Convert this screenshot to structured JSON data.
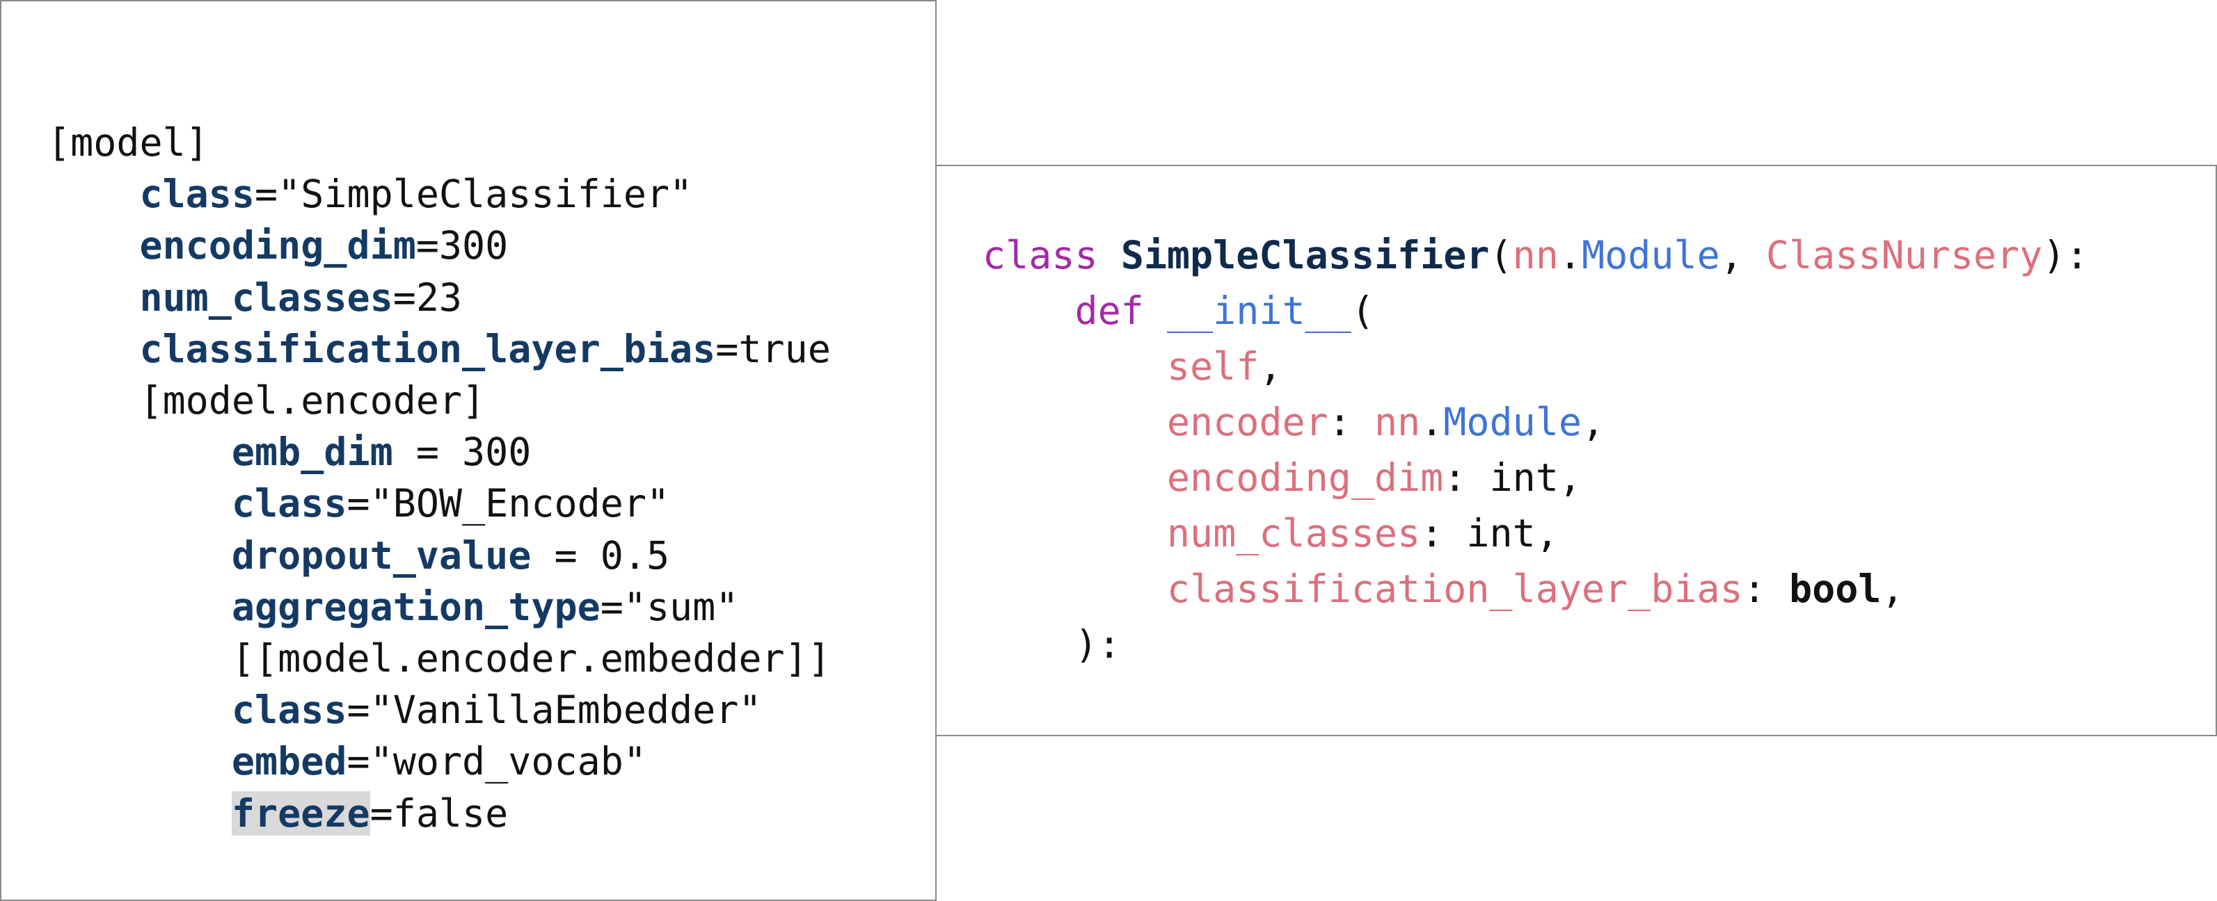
{
  "config": {
    "lines": [
      {
        "indent": "",
        "key": "",
        "value": "[model]"
      },
      {
        "indent": "    ",
        "key": "class",
        "value": "=\"SimpleClassifier\""
      },
      {
        "indent": "    ",
        "key": "encoding_dim",
        "value": "=300"
      },
      {
        "indent": "    ",
        "key": "num_classes",
        "value": "=23"
      },
      {
        "indent": "    ",
        "key": "classification_layer_bias",
        "value": "=true"
      },
      {
        "indent": "    ",
        "key": "",
        "value": "[model.encoder]"
      },
      {
        "indent": "        ",
        "key": "emb_dim",
        "value": " = 300"
      },
      {
        "indent": "        ",
        "key": "class",
        "value": "=\"BOW_Encoder\""
      },
      {
        "indent": "        ",
        "key": "dropout_value",
        "value": " = 0.5"
      },
      {
        "indent": "        ",
        "key": "aggregation_type",
        "value": "=\"sum\""
      },
      {
        "indent": "        ",
        "key": "",
        "value": "[[model.encoder.embedder]]"
      },
      {
        "indent": "        ",
        "key": "class",
        "value": "=\"VanillaEmbedder\""
      },
      {
        "indent": "        ",
        "key": "embed",
        "value": "=\"word_vocab\""
      },
      {
        "indent": "        ",
        "key": "freeze",
        "value": "=false",
        "highlight": true
      }
    ]
  },
  "code": {
    "class_keyword": "class",
    "class_name": "SimpleClassifier",
    "open_paren": "(",
    "base1_module": "nn",
    "base1_dot": ".",
    "base1_attr": "Module",
    "comma_space": ", ",
    "base2": "ClassNursery",
    "close_colon": "):",
    "def_keyword": "def",
    "init_name": "__init__",
    "init_open": "(",
    "self_param": "self",
    "self_comma": ",",
    "params": [
      {
        "name": "encoder",
        "sep": ": ",
        "type_module": "nn",
        "type_dot": ".",
        "type_attr": "Module",
        "trail": ","
      },
      {
        "name": "encoding_dim",
        "sep": ": ",
        "type": "int",
        "trail": ","
      },
      {
        "name": "num_classes",
        "sep": ": ",
        "type": "int",
        "trail": ","
      },
      {
        "name": "classification_layer_bias",
        "sep": ": ",
        "type": "bool",
        "trail": ","
      }
    ],
    "close": "):"
  }
}
